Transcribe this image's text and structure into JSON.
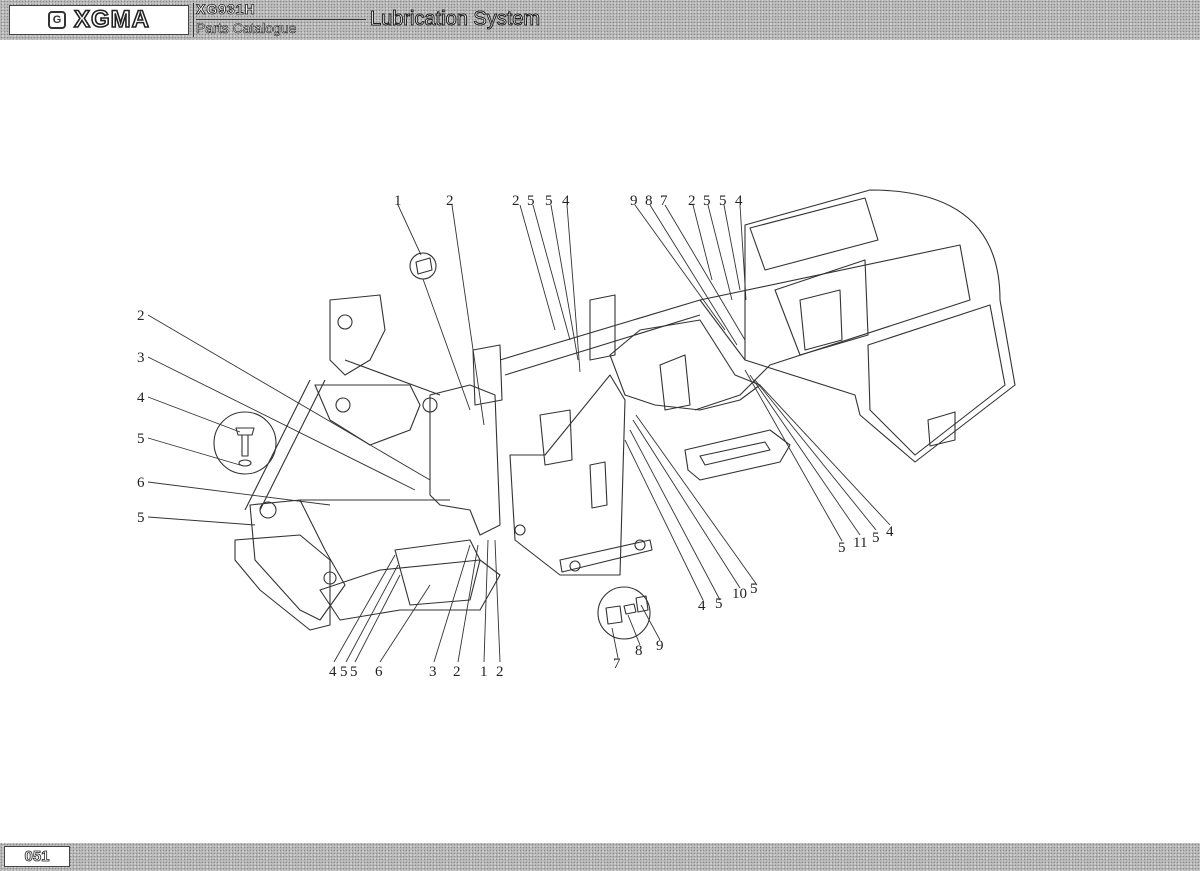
{
  "header": {
    "brand": "XGMA",
    "brand_mark": "G",
    "model": "XG931H",
    "catalog": "Parts Catalogue",
    "title": "Lubrication System"
  },
  "footer": {
    "page_number": "051"
  },
  "diagram": {
    "callouts": [
      "1",
      "2",
      "2",
      "5",
      "5",
      "4",
      "9",
      "8",
      "7",
      "2",
      "5",
      "5",
      "4",
      "2",
      "3",
      "4",
      "5",
      "6",
      "5",
      "4",
      "5",
      "5",
      "6",
      "3",
      "2",
      "1",
      "2",
      "4",
      "5",
      "10",
      "5",
      "7",
      "8",
      "9",
      "5",
      "11",
      "5",
      "4"
    ]
  }
}
